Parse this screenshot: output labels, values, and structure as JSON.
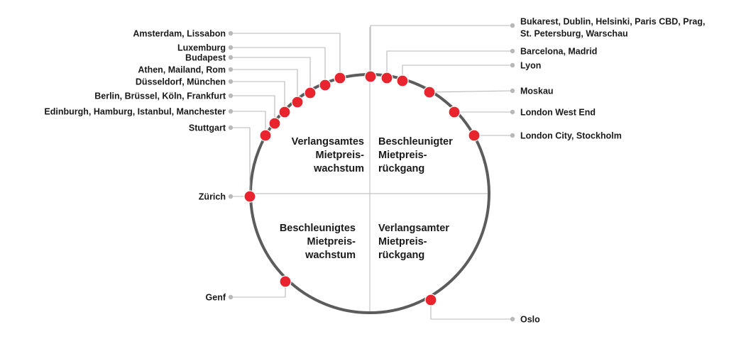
{
  "colors": {
    "marker": "#e8242f",
    "ring": "#5c5c5c",
    "leader": "#b8b8b8",
    "divider": "#c4c4c4",
    "text": "#1a1a1a"
  },
  "quadrants": {
    "top_left": [
      "Verlangsamtes",
      "Mietpreis-",
      "wachstum"
    ],
    "top_right": [
      "Beschleunigter",
      "Mietpreis-",
      "rückgang"
    ],
    "bottom_left": [
      "Beschleunigtes",
      "Mietpreis-",
      "wachstum"
    ],
    "bottom_right": [
      "Verlangsamter",
      "Mietpreis-",
      "rückgang"
    ]
  },
  "markets": [
    {
      "label": [
        "Amsterdam, Lissabon"
      ],
      "side": "left"
    },
    {
      "label": [
        "Luxemburg"
      ],
      "side": "left"
    },
    {
      "label": [
        "Budapest"
      ],
      "side": "left"
    },
    {
      "label": [
        "Athen, Mailand, Rom"
      ],
      "side": "left"
    },
    {
      "label": [
        "Düsseldorf, München"
      ],
      "side": "left"
    },
    {
      "label": [
        "Berlin, Brüssel, Köln, Frankfurt"
      ],
      "side": "left"
    },
    {
      "label": [
        "Edinburgh, Hamburg, Istanbul, Manchester"
      ],
      "side": "left"
    },
    {
      "label": [
        "Stuttgart"
      ],
      "side": "left"
    },
    {
      "label": [
        "Zürich"
      ],
      "side": "left"
    },
    {
      "label": [
        "Genf"
      ],
      "side": "left"
    },
    {
      "label": [
        "Bukarest, Dublin, Helsinki, Paris CBD, Prag,",
        "St. Petersburg, Warschau"
      ],
      "side": "right"
    },
    {
      "label": [
        "Barcelona, Madrid"
      ],
      "side": "right"
    },
    {
      "label": [
        "Lyon"
      ],
      "side": "right"
    },
    {
      "label": [
        "Moskau"
      ],
      "side": "right"
    },
    {
      "label": [
        "London West End"
      ],
      "side": "right"
    },
    {
      "label": [
        "London City, Stockholm"
      ],
      "side": "right"
    },
    {
      "label": [
        "Oslo"
      ],
      "side": "right"
    }
  ]
}
